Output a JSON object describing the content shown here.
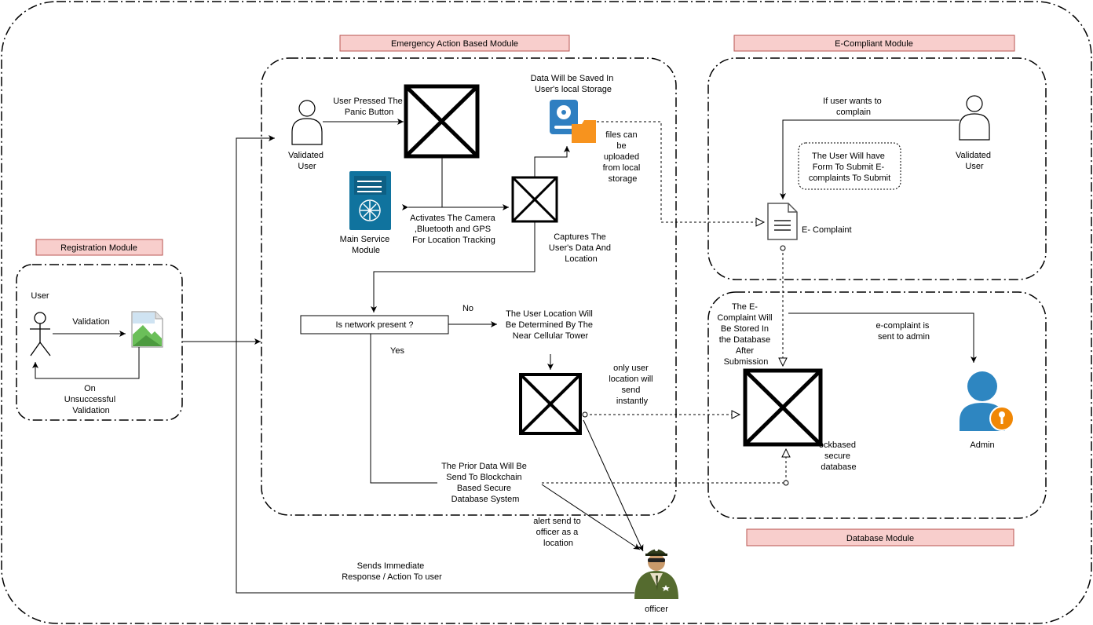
{
  "colors": {
    "module_header_fill": "#f8cecc",
    "module_header_stroke": "#b85450",
    "accent_blue": "#10739e",
    "admin_blue": "#2e86c1",
    "key_orange": "#f08705",
    "officer_green": "#556b2f"
  },
  "modules": {
    "emergency": "Emergency Action Based Module",
    "ecompliant": "E-Compliant Module",
    "registration": "Registration Module",
    "database": "Database Module"
  },
  "registration": {
    "user": "User",
    "validation": "Validation",
    "on_unsuccessful": [
      "On",
      "Unsuccessful",
      "Validation"
    ]
  },
  "emergency": {
    "validated_user": [
      "Validated",
      "User"
    ],
    "panic_button": [
      "User Pressed The",
      "Panic Button"
    ],
    "saved_local": [
      "Data Will be Saved In",
      "User's local Storage"
    ],
    "files_upload": [
      "files can",
      "be",
      "uploaded",
      "from local",
      "storage"
    ],
    "main_service": [
      "Main Service",
      "Module"
    ],
    "activates": [
      "Activates The Camera",
      ",Bluetooth and GPS",
      "For Location Tracking"
    ],
    "captures": [
      "Captures The",
      "User's Data And",
      "Location"
    ],
    "network_question": "Is network present ?",
    "no": "No",
    "yes": "Yes",
    "cellular": [
      "The User Location Will",
      "Be Determined By The",
      "Near Cellular Tower"
    ],
    "only_location": [
      "only user",
      "location will",
      "send",
      "instantly"
    ],
    "prior_data": [
      "The Prior Data Will Be",
      "Send To Blockchain",
      "Based Secure",
      "Database System"
    ]
  },
  "ecompliant": {
    "wants_complain": [
      "If user wants to",
      "complain"
    ],
    "form_note": [
      "The User Will have",
      "Form To Submit E-",
      "complaints To Submit"
    ],
    "validated_user": [
      "Validated",
      "User"
    ],
    "e_complaint": "E- Complaint"
  },
  "database": {
    "stored": [
      "The E-",
      "Complaint Will",
      "Be Stored In",
      "the Database",
      "After",
      "Submission"
    ],
    "sent_admin": [
      "e-complaint  is",
      "sent to admin"
    ],
    "blockbased": [
      "ockbased",
      "secure",
      "database"
    ],
    "admin": "Admin"
  },
  "officer": {
    "alert": [
      "alert send to",
      "officer as a",
      "location"
    ],
    "response": [
      "Sends Immediate",
      "Response / Action To user"
    ],
    "label": "officer"
  }
}
